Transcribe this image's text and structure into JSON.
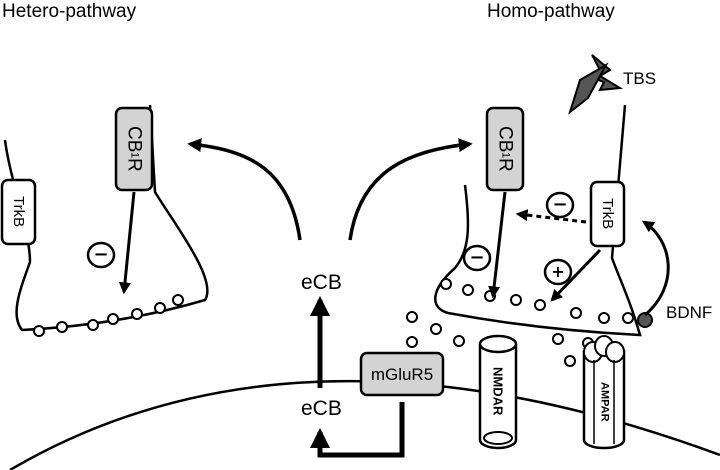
{
  "titles": {
    "hetero": "Hetero-pathway",
    "homo": "Homo-pathway"
  },
  "receptors": {
    "trkb": "TrkB",
    "cb1r_main": "CB",
    "cb1r_sub": "1",
    "cb1r_tail": "R",
    "mglur5": "mGluR5",
    "nmdar": "NMDAR",
    "ampar": "AMPAR"
  },
  "molecules": {
    "ecb": "eCB",
    "bdnf": "BDNF",
    "tbs": "TBS"
  },
  "signs": {
    "minus": "−",
    "plus": "+"
  },
  "colors": {
    "receptor_fill": "#d3d3d3",
    "outline": "#000000",
    "bdnf_dot": "#555555",
    "bolt": "#555555"
  }
}
